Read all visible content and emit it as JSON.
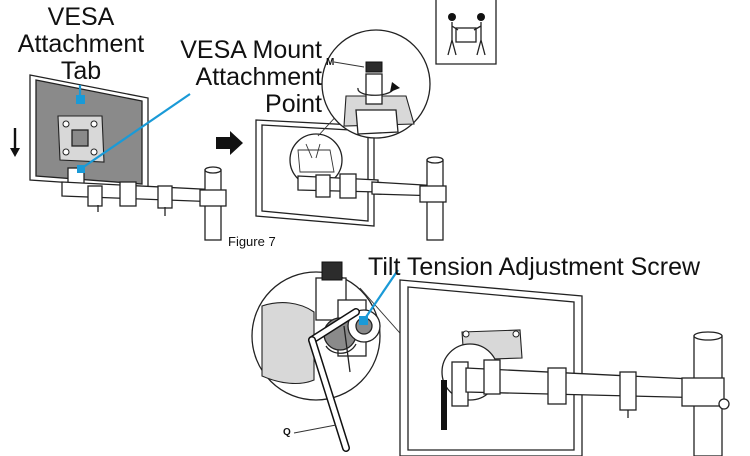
{
  "callouts": {
    "vesa_tab": "VESA\nAttachment\nTab",
    "vesa_point": "VESA Mount\nAttachment\nPoint",
    "tilt_screw": "Tilt Tension Adjustment Screw"
  },
  "figure_caption": "Figure 7",
  "part_labels": {
    "m": "M",
    "q": "Q"
  },
  "colors": {
    "callout_line": "#1a9ad7",
    "line_art": "#222222",
    "monitor_back": "#8a8a8a"
  },
  "icons": [
    "two-person-lift-icon",
    "arrow-down-icon",
    "arrow-right-icon",
    "rotate-arrow-icon"
  ]
}
